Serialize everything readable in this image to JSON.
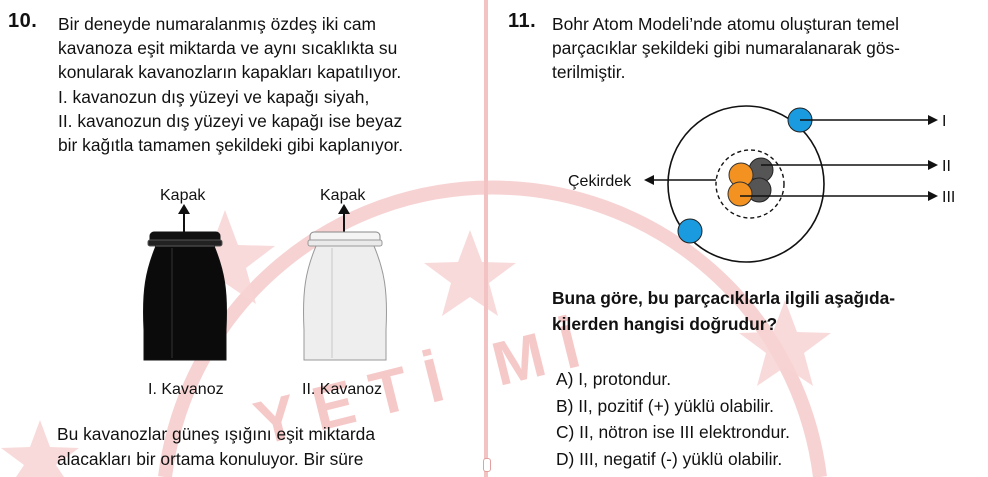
{
  "question10": {
    "number": "10.",
    "lines": [
      "Bir deneyde numaralanmış özdeş iki cam",
      "kavanoza eşit miktarda ve aynı sıcaklıkta su",
      "konularak kavanozların kapakları kapatılıyor.",
      "I. kavanozun dış yüzeyi ve kapağı siyah,",
      "II. kavanozun dış yüzeyi ve kapağı ise beyaz",
      "bir kağıtla tamamen şekildeki gibi kaplanıyor."
    ],
    "figure": {
      "jar1_lid_label": "Kapak",
      "jar2_lid_label": "Kapak",
      "jar1_label": "I. Kavanoz",
      "jar2_label": "II. Kavanoz"
    },
    "continuation_lines": [
      "Bu kavanozlar güneş ışığını eşit miktarda",
      "alacakları bir ortama konuluyor. Bir süre"
    ]
  },
  "question11": {
    "number": "11.",
    "lines": [
      "Bohr Atom Modeli’nde atomu oluşturan temel",
      "parçacıklar şekildeki gibi numaralanarak gös-",
      "terilmiştir."
    ],
    "figure": {
      "nucleus_label": "Çekirdek",
      "label_I": "I",
      "label_II": "II",
      "label_III": "III"
    },
    "question_lines": [
      "Buna göre, bu parçacıklarla ilgili aşağıda-",
      "kilerden hangisi doğrudur?"
    ],
    "options": [
      "A) I, protondur.",
      "B) II, pozitif (+) yüklü olabilir.",
      "C) II, nötron ise III elektrondur.",
      "D) III, negatif (-) yüklü olabilir."
    ]
  },
  "colors": {
    "electron": "#1a9be0",
    "proton": "#f39220",
    "neutron": "#555555",
    "watermark": "#f6c9c9",
    "divider": "#f3c2c2"
  },
  "watermark_text": "YETİ Mİ"
}
